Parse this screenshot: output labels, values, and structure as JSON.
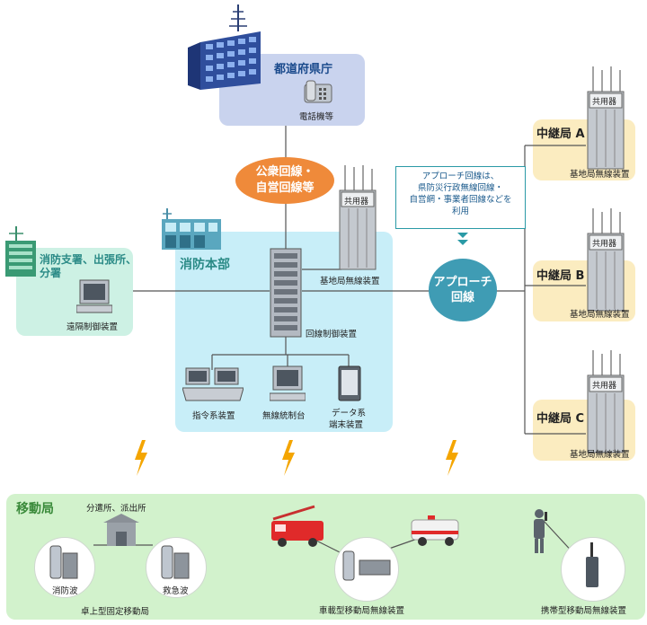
{
  "prefecture": {
    "title": "都道府県庁",
    "device": "電話機等"
  },
  "public_line": {
    "line1": "公衆回線・",
    "line2": "自営回線等"
  },
  "note": {
    "line1": "アプローチ回線は、",
    "line2": "県防災行政無線回線・",
    "line3": "自営網・事業者回線などを",
    "line4": "利用"
  },
  "approach": {
    "line1": "アプローチ",
    "line2": "回線"
  },
  "branch": {
    "title_line1": "消防支署、出張所、",
    "title_line2": "分署",
    "device": "遠隔制御装置"
  },
  "hq": {
    "title": "消防本部",
    "shared": "共用器",
    "base_station": "基地局無線装置",
    "control": "回線制御装置",
    "command": "指令系装置",
    "console": "無線統制台",
    "data_line1": "データ系",
    "data_line2": "端末装置"
  },
  "relays": [
    {
      "title": "中継局 A",
      "shared": "共用器",
      "device": "基地局無線装置"
    },
    {
      "title": "中継局 B",
      "shared": "共用器",
      "device": "基地局無線装置"
    },
    {
      "title": "中継局 C",
      "shared": "共用器",
      "device": "基地局無線装置"
    }
  ],
  "mobile": {
    "title": "移動局",
    "substation": "分遣所、派出所",
    "fire_wave": "消防波",
    "rescue_wave": "救急波",
    "fixed": "卓上型固定移動局",
    "vehicle": "車載型移動局無線装置",
    "portable": "携帯型移動局無線装置"
  },
  "colors": {
    "prefecture_bg": "#c9d3ee",
    "hq_bg": "#c8eef8",
    "branch_bg": "#cdf1e4",
    "relay_bg": "#fbecc0",
    "mobile_bg": "#d2f2cc",
    "public_bubble": "#ef8a3a",
    "approach_bubble": "#3f9cb4",
    "lightning": "#f4a500"
  }
}
